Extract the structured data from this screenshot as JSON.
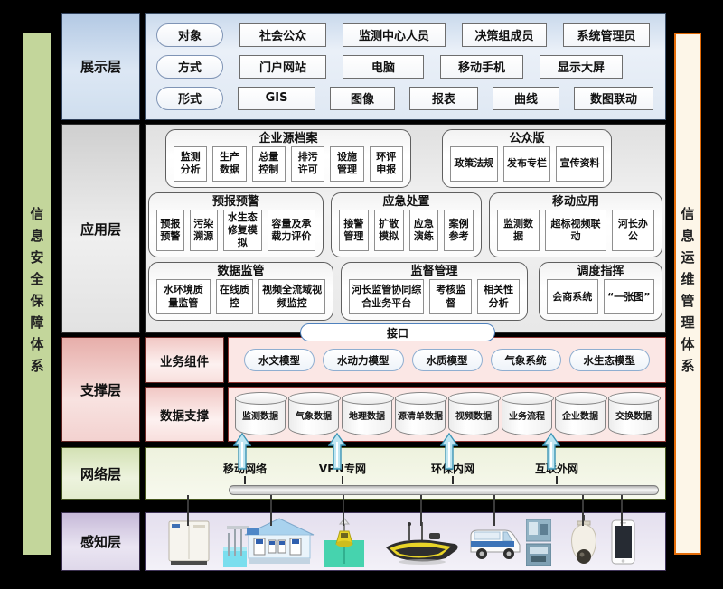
{
  "colors": {
    "canvas_bg": "#000000",
    "left_sidebar_bg": "#c3d69b",
    "right_sidebar_bg": "#fdf6e8",
    "right_sidebar_border": "#e36c09",
    "display_accent": "#b9cde6",
    "application_accent": "#d9d9d9",
    "support_accent": "#e9b8b4",
    "network_accent": "#d7e4ba",
    "perception_accent": "#cabdda",
    "arrow_fill": "#bfe6f2",
    "interface_border": "#4f81bd"
  },
  "sidebars": {
    "left": "信息安全保障体系",
    "right": "信息运维管理体系"
  },
  "display": {
    "label": "展示层",
    "rows": [
      {
        "pill": "对象",
        "items": [
          "社会公众",
          "监测中心人员",
          "决策组成员",
          "系统管理员"
        ]
      },
      {
        "pill": "方式",
        "items": [
          "门户网站",
          "电脑",
          "移动手机",
          "显示大屏"
        ]
      },
      {
        "pill": "形式",
        "items": [
          "GIS",
          "图像",
          "报表",
          "曲线",
          "数图联动"
        ]
      }
    ]
  },
  "application": {
    "label": "应用层",
    "row1": [
      {
        "title": "企业源档案",
        "items": [
          "监测分析",
          "生产数据",
          "总量控制",
          "排污许可",
          "设施管理",
          "环评申报"
        ]
      },
      {
        "title": "公众版",
        "items": [
          "政策法规",
          "发布专栏",
          "宣传资料"
        ]
      }
    ],
    "row2": [
      {
        "title": "预报预警",
        "items": [
          "预报预警",
          "污染溯源",
          "水生态修复模拟",
          "容量及承载力评价"
        ]
      },
      {
        "title": "应急处置",
        "items": [
          "接警管理",
          "扩散模拟",
          "应急演练",
          "案例参考"
        ]
      },
      {
        "title": "移动应用",
        "items": [
          "监测数据",
          "超标视频联动",
          "河长办公"
        ]
      }
    ],
    "row3": [
      {
        "title": "数据监管",
        "items": [
          "水环境质量监管",
          "在线质控",
          "视频全流域视频监控"
        ]
      },
      {
        "title": "监督管理",
        "items": [
          "河长监管协同综合业务平台",
          "考核监督",
          "相关性分析"
        ]
      },
      {
        "title": "调度指挥",
        "items": [
          "会商系统",
          "“一张图”"
        ]
      }
    ],
    "interface_label": "接口"
  },
  "support": {
    "label": "支撑层",
    "components": {
      "label": "业务组件",
      "pills": [
        "水文模型",
        "水动力模型",
        "水质模型",
        "气象系统",
        "水生态模型"
      ]
    },
    "data": {
      "label": "数据支撑",
      "cylinders": [
        "监测数据",
        "气象数据",
        "地理数据",
        "源清单数据",
        "视频数据",
        "业务流程",
        "企业数据",
        "交换数据"
      ]
    }
  },
  "network": {
    "label": "网络层",
    "nodes": [
      "移动网络",
      "VPN专网",
      "环保内网",
      "互联外网"
    ]
  },
  "perception": {
    "label": "感知层",
    "devices": [
      "monitoring-cabinet",
      "water-quality-station",
      "monitoring-buoy",
      "unmanned-survey-boat",
      "mobile-monitoring-van",
      "station-equipment-photos",
      "dome-camera",
      "smartphone"
    ]
  }
}
